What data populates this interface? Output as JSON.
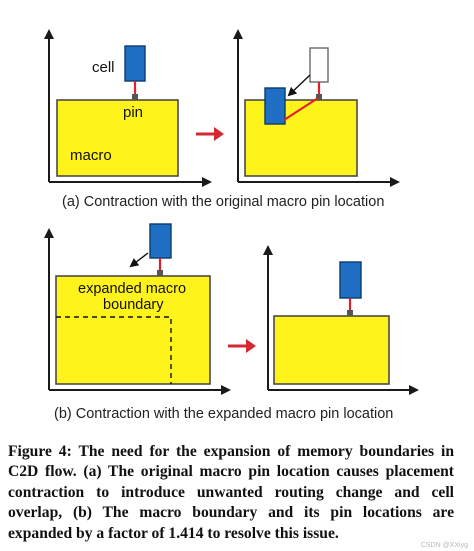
{
  "panel_a": {
    "cell_label": "cell",
    "pin_label": "pin",
    "macro_label": "macro",
    "caption": "(a) Contraction with the original macro pin location"
  },
  "panel_b": {
    "macro_label_line1": "expanded macro",
    "macro_label_line2": "boundary",
    "caption": "(b) Contraction with the expanded macro pin location"
  },
  "figure_caption": {
    "label": "Figure 4:",
    "text": "The need for the expansion of memory boundaries in C2D flow. (a) The original macro pin location causes placement contraction to introduce unwanted routing change and cell overlap, (b) The macro boundary and its pin locations are expanded by a factor of 1.414 to resolve this issue."
  },
  "watermark": "CSDN @XXiyg",
  "colors": {
    "macro_fill": "#FFF31C",
    "macro_stroke": "#4A4A4A",
    "cell_fill": "#1F6FC4",
    "cell_stroke": "#0B3A6E",
    "pin_fill": "#555555",
    "wire": "#E0202E",
    "arrow": "#D22A33",
    "ghost_stroke": "#6A6A6A"
  }
}
